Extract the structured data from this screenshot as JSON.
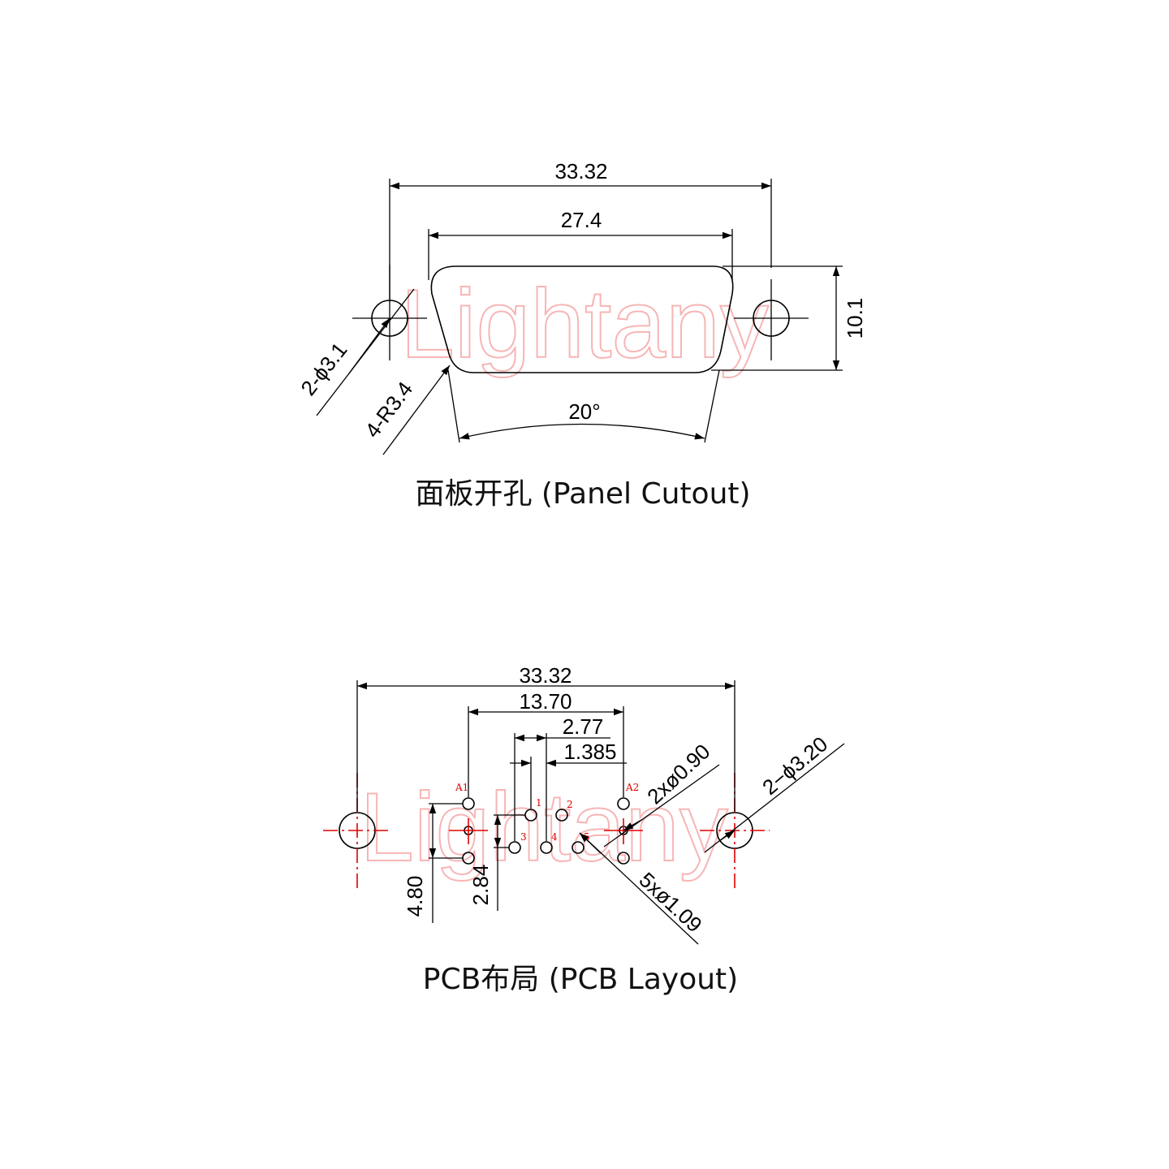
{
  "watermark": "Lightany",
  "panel": {
    "caption": "面板开孔 (Panel Cutout)",
    "dim_overall": "33.32",
    "dim_opening": "27.4",
    "dim_height": "10.1",
    "dim_mount_holes": "2-ϕ3.1",
    "dim_corner_radius": "4-R3.4",
    "dim_angle": "20°"
  },
  "pcb": {
    "caption": "PCB布局 (PCB Layout)",
    "dim_overall": "33.32",
    "dim_a1_a2": "13.70",
    "dim_pitch": "2.77",
    "dim_half_pitch": "1.385",
    "dim_a_pitch": "4.80",
    "dim_row_pitch": "2.84",
    "dim_a_holes": "2xø0.90",
    "dim_mount_holes": "2−ϕ3.20",
    "dim_signal_holes": "5xø1.09",
    "pin_labels": {
      "a1": "A1",
      "a2": "A2",
      "p1": "1",
      "p2": "2",
      "p3": "3",
      "p4": "4",
      "p5": "5"
    }
  }
}
